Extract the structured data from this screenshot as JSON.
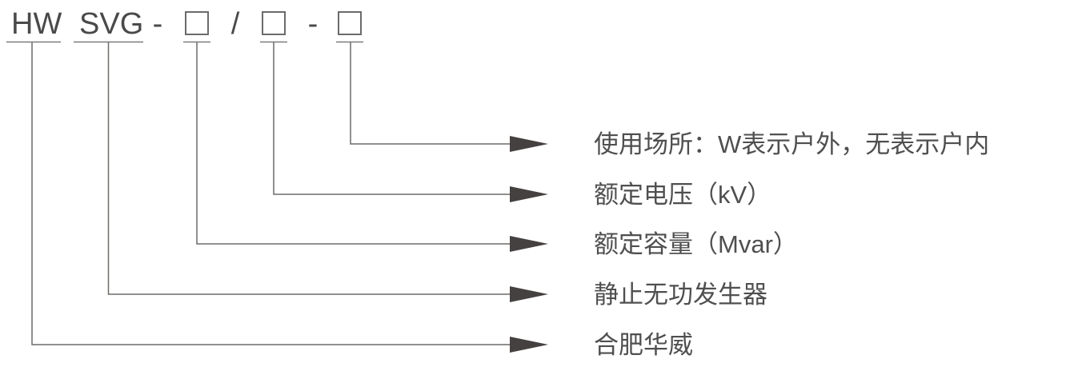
{
  "code": {
    "manufacturer": "HW",
    "product_type": "SVG",
    "dash": "-",
    "slash": "/"
  },
  "legend": [
    "使用场所：W表示户外，无表示户内",
    "额定电压（kV）",
    "额定容量（Mvar）",
    "静止无功发生器",
    "合肥华威"
  ],
  "colors": {
    "code_text": "#4a4a4a",
    "label_text": "#4f4f4f",
    "line": "#6f6b69",
    "box_border": "#6b6b6b",
    "arrowhead": "#454140",
    "background": "#ffffff"
  }
}
